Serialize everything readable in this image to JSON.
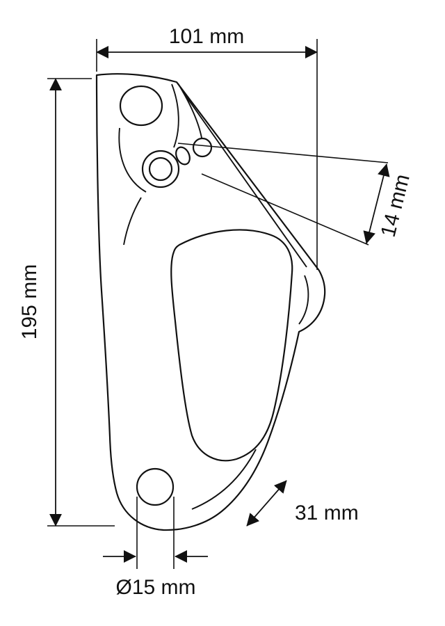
{
  "diagram": {
    "type": "technical-drawing",
    "subject": "handled ascender side view with dimension callouts",
    "background": "#ffffff",
    "line_color": "#111111",
    "labels": {
      "width": "101 mm",
      "height": "195 mm",
      "rope_gap": "14 mm",
      "clearance": "31 mm",
      "hole_diameter": "Ø15 mm"
    }
  }
}
